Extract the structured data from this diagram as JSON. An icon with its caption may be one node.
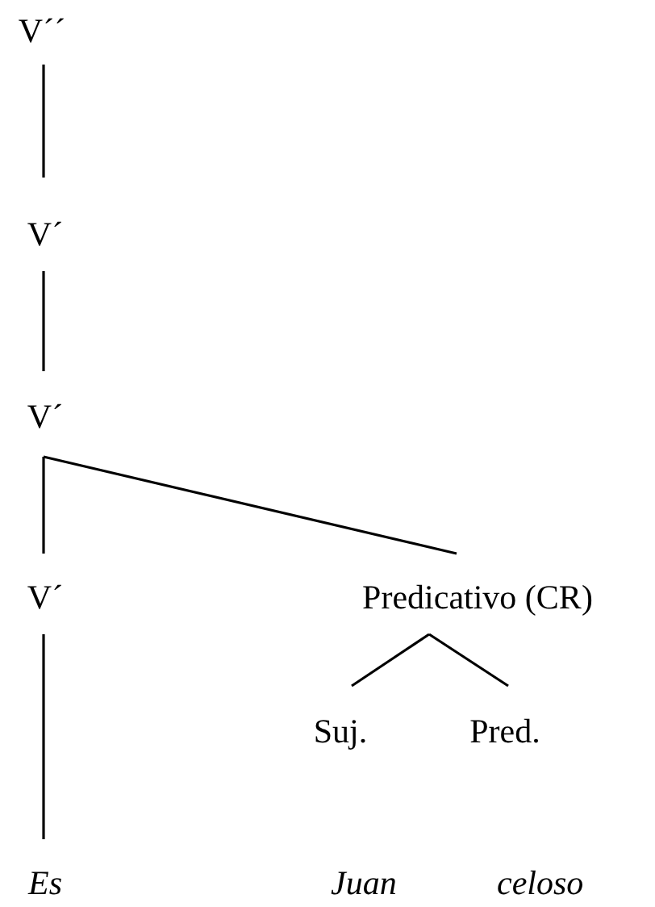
{
  "diagram": {
    "nodes": [
      {
        "text": [
          "V´´"
        ]
      },
      {
        "text": [
          "V´"
        ]
      },
      {
        "text": [
          "V´"
        ]
      },
      {
        "text": [
          "V´"
        ]
      },
      {
        "text": [
          "Predicativo (CR)"
        ]
      },
      {
        "text": [
          "Suj."
        ]
      },
      {
        "text": [
          "Pred."
        ]
      },
      {
        "text": [
          "Es"
        ]
      }
    ],
    "edges": [
      {
        "from": 0,
        "to": 1,
        "arrow": "none"
      },
      {
        "from": 1,
        "to": 2,
        "arrow": "none"
      },
      {
        "from": 2,
        "to": 3,
        "arrow": "none"
      },
      {
        "from": 2,
        "to": 4,
        "arrow": "none"
      },
      {
        "from": 4,
        "to": 5,
        "arrow": "none"
      },
      {
        "from": 4,
        "to": 6,
        "arrow": "none"
      },
      {
        "from": 3,
        "to": 7,
        "arrow": "none"
      }
    ],
    "labels": [
      "Juan",
      "celoso"
    ]
  }
}
